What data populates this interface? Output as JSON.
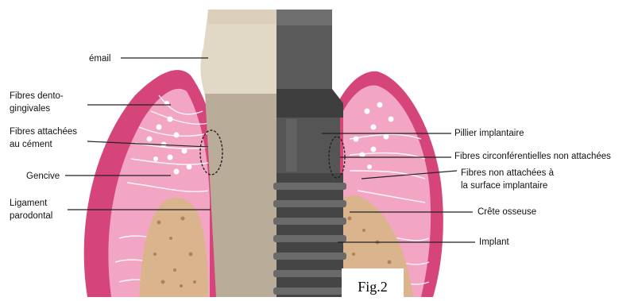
{
  "figure": {
    "caption": "Fig.2",
    "labels_left": {
      "email": "émail",
      "dentogingival": "Fibres dento-\ngingivales",
      "cement": "Fibres attachées\nau cément",
      "gencive": "Gencive",
      "ligament": "Ligament\nparodontal"
    },
    "labels_right": {
      "pillier": "Pillier implantaire",
      "circonf": "Fibres circonférentielles non attachées",
      "non_attachees": "Fibres non attachées à\nla surface implantaire",
      "crete": "Crête osseuse",
      "implant": "Implant"
    },
    "colors": {
      "gum": "#d6457a",
      "gum_inner": "#f2a6c4",
      "bone": "#d9b48c",
      "tooth_root": "#b9ad9a",
      "enamel": "#e2d8c6",
      "implant": "#4a4a4a"
    }
  }
}
